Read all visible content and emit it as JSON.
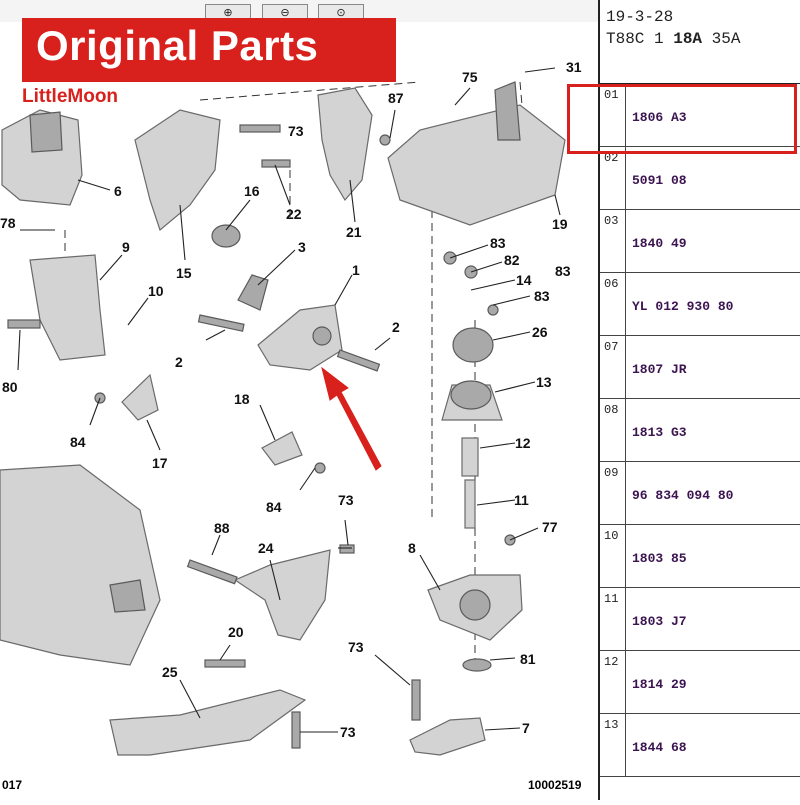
{
  "banner": {
    "title": "Original Parts",
    "brand": "LittleMoon"
  },
  "toolbar": {
    "zoom_in_icon": "zoom-in-icon",
    "zoom_out_icon": "zoom-out-icon",
    "zoom_fit_icon": "zoom-fit-icon"
  },
  "figure": {
    "left_ref": "017",
    "right_ref": "10002519"
  },
  "callouts": [
    "1",
    "2",
    "2",
    "3",
    "6",
    "7",
    "8",
    "9",
    "10",
    "11",
    "12",
    "13",
    "14",
    "15",
    "16",
    "17",
    "18",
    "19",
    "20",
    "21",
    "22",
    "24",
    "25",
    "26",
    "31",
    "73",
    "73",
    "73",
    "73",
    "75",
    "77",
    "78",
    "80",
    "81",
    "82",
    "83",
    "83",
    "83",
    "84",
    "84",
    "87",
    "88"
  ],
  "panel": {
    "header_line1": "19-3-28",
    "header_line2_a": "T88C 1 ",
    "header_line2_b": "18A",
    "header_line2_c": " 35A",
    "rows": [
      {
        "num": "01",
        "code": "1806 A3"
      },
      {
        "num": "02",
        "code": "5091 08"
      },
      {
        "num": "03",
        "code": "1840 49"
      },
      {
        "num": "06",
        "code": "YL 012 930 80"
      },
      {
        "num": "07",
        "code": "1807 JR"
      },
      {
        "num": "08",
        "code": "1813 G3"
      },
      {
        "num": "09",
        "code": "96 834 094 80"
      },
      {
        "num": "10",
        "code": "1803 85"
      },
      {
        "num": "11",
        "code": "1803 J7"
      },
      {
        "num": "12",
        "code": "1814 29"
      },
      {
        "num": "13",
        "code": "1844 68"
      }
    ]
  },
  "colors": {
    "accent": "#d8201c",
    "code_text": "#3b1450"
  }
}
